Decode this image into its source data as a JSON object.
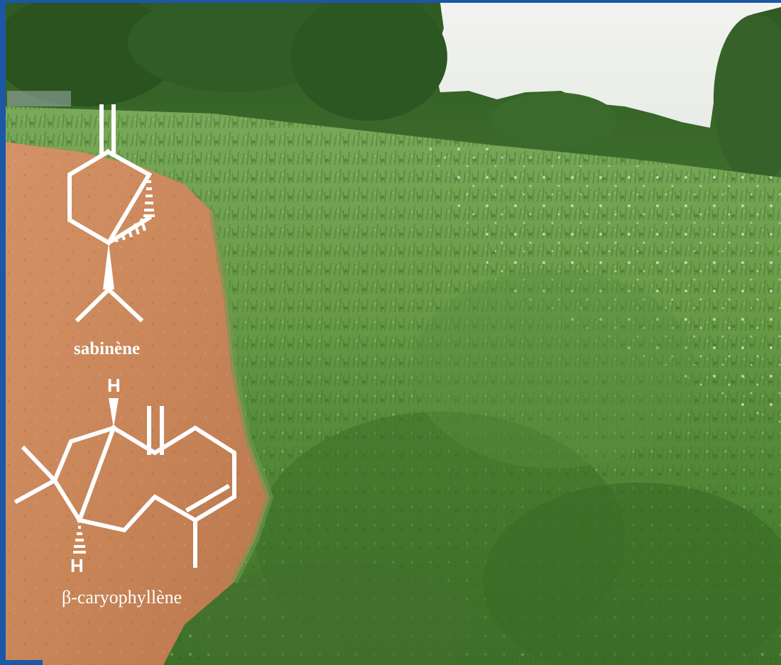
{
  "molecules": {
    "sabinene": {
      "name": "sabinène"
    },
    "caryophyllene": {
      "name": "β-caryophyllène",
      "h_top": "H",
      "h_bottom": "H"
    }
  },
  "colors": {
    "frame": "#1c57a6",
    "sky": "#eef0ec",
    "path": "#c9865a",
    "grass": "#5e9140",
    "molecule": "#ffffff"
  }
}
